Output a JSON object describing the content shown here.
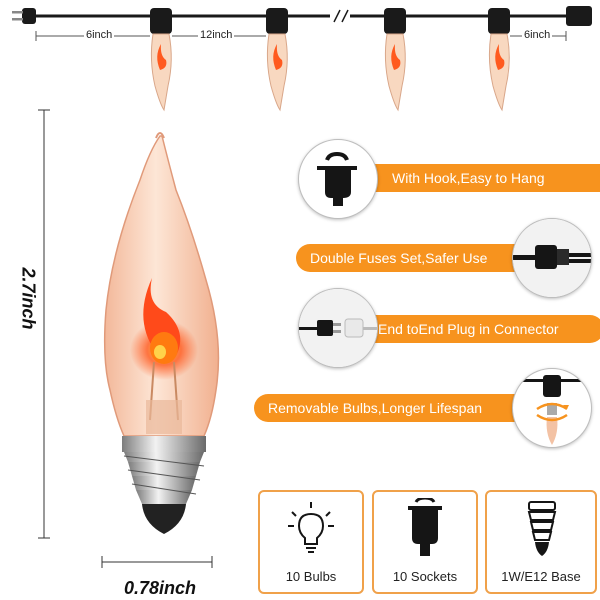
{
  "string_dimensions": {
    "left_end": "6inch",
    "spacing": "12inch",
    "right_end": "6inch"
  },
  "bulb_dimensions": {
    "height": "2.7inch",
    "width": "0.78inch"
  },
  "features": [
    {
      "label": "With Hook,Easy to Hang",
      "icon": "socket-hook-icon"
    },
    {
      "label": "Double Fuses Set,Safer Use",
      "icon": "plug-fuse-icon"
    },
    {
      "label": "End toEnd Plug in Connector",
      "icon": "end-connector-icon"
    },
    {
      "label": "Removable Bulbs,Longer Lifespan",
      "icon": "removable-bulb-icon"
    }
  ],
  "specs": [
    {
      "label": "10 Bulbs",
      "icon": "bulb-outline-icon"
    },
    {
      "label": "10 Sockets",
      "icon": "socket-icon"
    },
    {
      "label": "1W/E12 Base",
      "icon": "e12-base-icon"
    }
  ],
  "colors": {
    "accent": "#f7931e",
    "flame": "#ff5a1f",
    "wire": "#1a1a1a",
    "box_border": "#f0a14a"
  }
}
